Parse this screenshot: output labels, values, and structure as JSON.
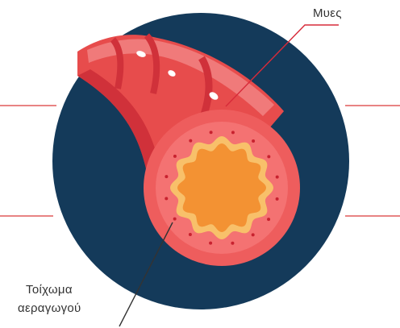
{
  "labels": {
    "muscle": "Μυες",
    "airway_wall_line1": "Τοίχωμα",
    "airway_wall_line2": "αεραγωγού"
  },
  "colors": {
    "background_circle": "#143a5a",
    "tube_main": "#e74c4c",
    "tube_light": "#f07a7a",
    "tube_dark": "#d0313a",
    "wall_outer": "#ee5d5d",
    "wall_inner": "#f47272",
    "lining": "#f8c06a",
    "lumen": "#f39233",
    "dots": "#c8222f",
    "pointer_line": "#d72b3a",
    "label_text": "#333333"
  }
}
